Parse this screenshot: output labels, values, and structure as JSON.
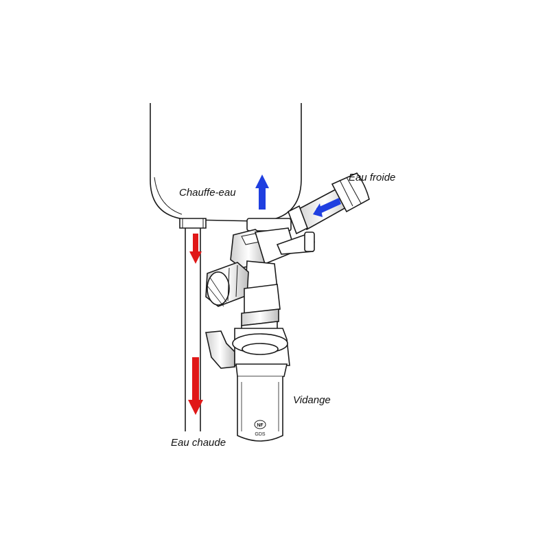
{
  "labels": {
    "heater": "Chauffe-eau",
    "cold_water": "Eau froide",
    "hot_water": "Eau chaude",
    "drain": "Vidange"
  },
  "siphon_marks": {
    "logo": "NF",
    "code": "GDS"
  },
  "colors": {
    "hot_arrow": "#e01818",
    "cold_arrow": "#1f3fe0",
    "line": "#1a1a1a"
  },
  "icons": [
    "up-arrow-icon",
    "down-arrow-icon",
    "left-arrow-icon"
  ]
}
